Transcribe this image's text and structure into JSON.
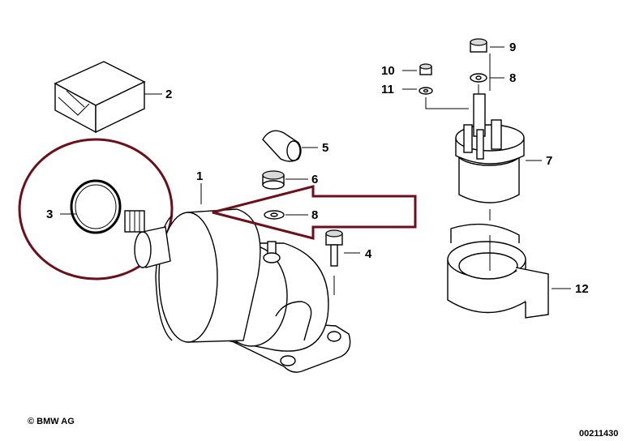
{
  "labels": {
    "p1": "1",
    "p2": "2",
    "p3": "3",
    "p4": "4",
    "p5": "5",
    "p6": "6",
    "p7": "7",
    "p8a": "8",
    "p8b": "8",
    "p9": "9",
    "p10": "10",
    "p11": "11",
    "p12": "12"
  },
  "footer": {
    "copyright": "© BMW AG",
    "diagram_id": "00211430"
  },
  "colors": {
    "highlight": "#6b0f1a",
    "ink": "#000000"
  }
}
